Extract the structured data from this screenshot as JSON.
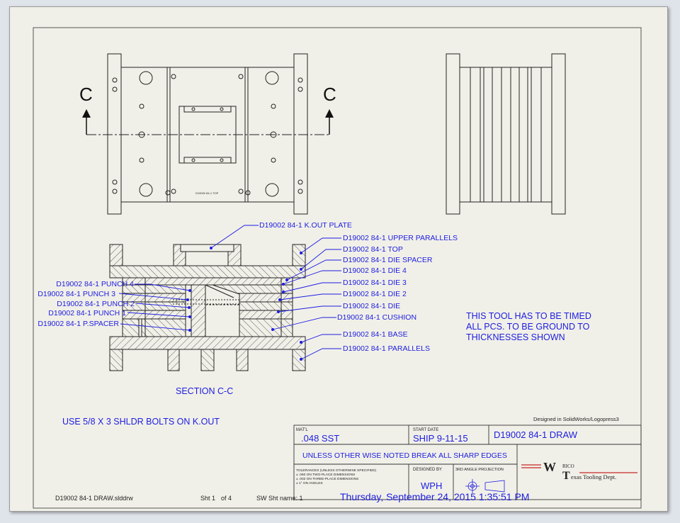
{
  "view_labels": {
    "section_left": "C",
    "section_right": "C",
    "section_title": "SECTION C-C",
    "plate_engraving": "D19002 84-1 TOP"
  },
  "callouts_right": [
    "D19002 84-1 K.OUT PLATE",
    "D19002 84-1 UPPER PARALLELS",
    "D19002 84-1 TOP",
    "D19002 84-1 DIE SPACER",
    "D19002 84-1 DIE 4",
    "D19002 84-1 DIE 3",
    "D19002 84-1 DIE 2",
    "D19002 84-1 DIE",
    "D19002 84-1 CUSHION",
    "D19002 84-1 BASE",
    "D19002 84-1 PARALLELS"
  ],
  "callouts_left": [
    "D19002 84-1 PUNCH 4",
    "D19002 84-1 PUNCH 3",
    "D19002 84-1 PUNCH 2",
    "D19002 84-1 PUNCH 1",
    "D19002 84-1 P.SPACER"
  ],
  "notes": {
    "timing_line1": "THIS TOOL HAS TO BE TIMED",
    "timing_line2": "ALL PCS. TO BE GROUND TO",
    "timing_line3": "THICKNESSES SHOWN",
    "bolts": "USE 5/8 X 3 SHLDR BOLTS ON K.OUT"
  },
  "title_block": {
    "designed_in": "Designed in SolidWorks/Logopress3",
    "matl_label": "MAT'L",
    "matl_value": ".048 SST",
    "start_date_label": "START DATE",
    "start_date_value": "SHIP 9-11-15",
    "drawing_name": "D19002 84-1 DRAW",
    "edges_note": "UNLESS OTHER WISE NOTED BREAK ALL SHARP EDGES",
    "tolerances": [
      "TOLERANCES (UNLESS OTHERWISE SPECIFIED)",
      "± .060 ON TWO-PLACE DIMENSIONS",
      "± .002 ON THREE-PLACE DIMENSIONS",
      "± 1° ON ANGLES"
    ],
    "designed_by_label": "DESIGNED BY",
    "designed_by_value": "WPH",
    "projection_label": "3RD ANGLE PROJECTION",
    "logo_w": "W",
    "logo_t": "T",
    "logo_rico": "RICO",
    "logo_text": "exas Tooling Dept."
  },
  "status_bar": {
    "file": "D19002 84-1 DRAW.slddrw",
    "sheet": "Sht 1",
    "sheet_of": "of 4",
    "sw_sheet": "SW Sht name: 1",
    "timestamp": "Thursday, September 24, 2015 1:35:51 PM"
  },
  "colors": {
    "annotation_blue": "#1d1de0",
    "sheet_background": "#f1f0e8",
    "line": "#222222"
  }
}
